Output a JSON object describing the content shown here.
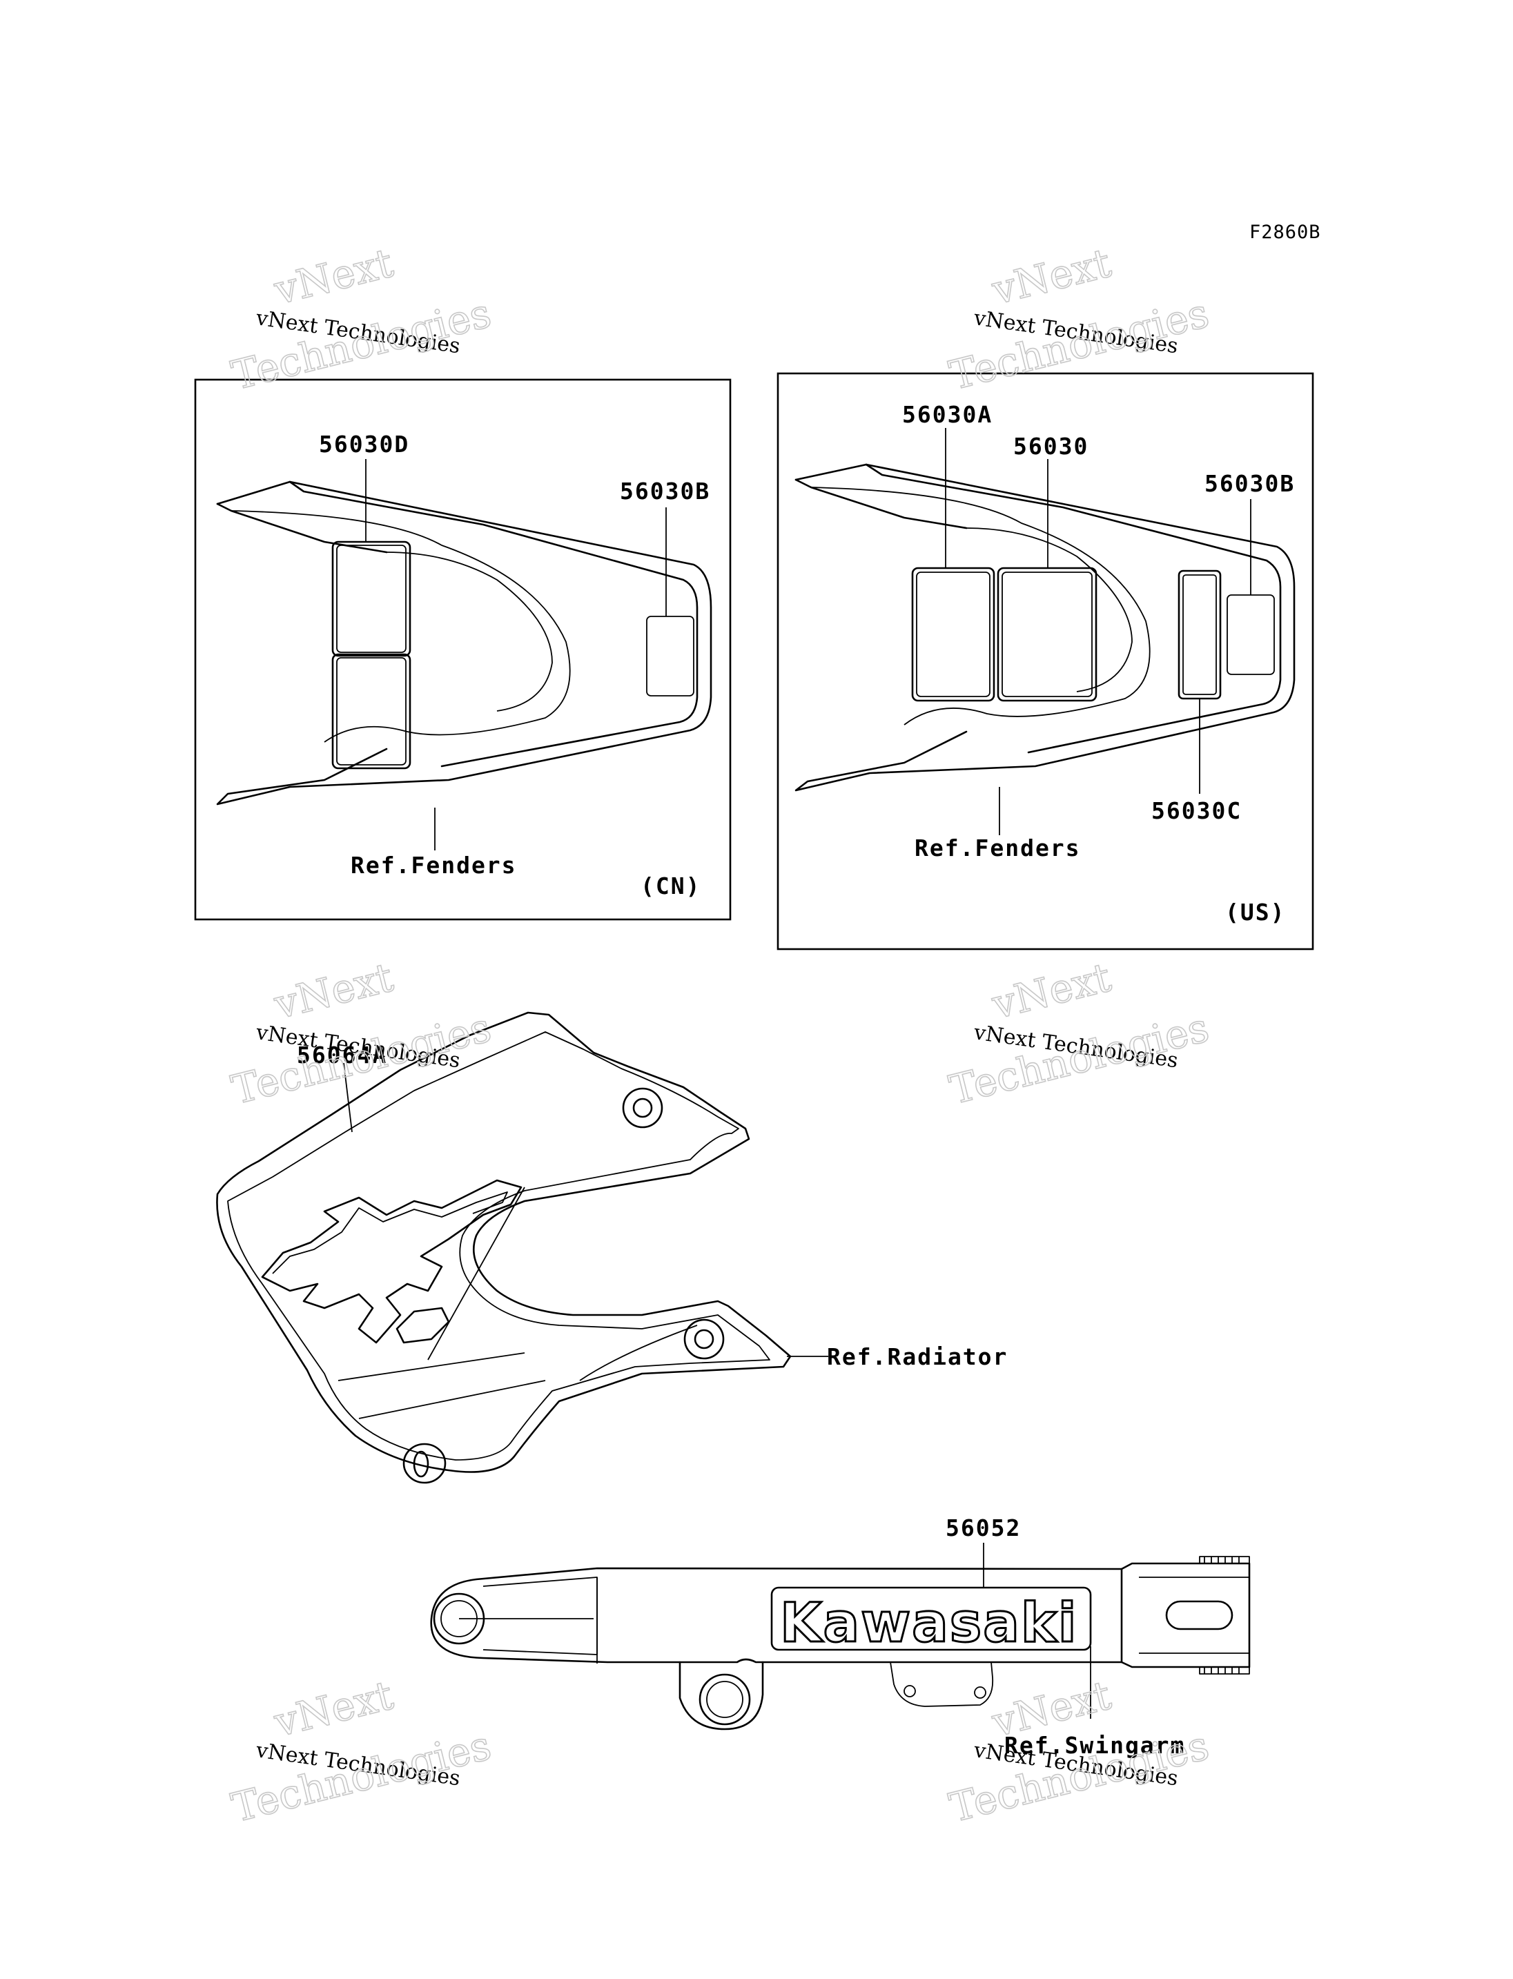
{
  "figure_code": "F2860B",
  "watermark": {
    "line1": "vNext Technologies",
    "line2": "vNext",
    "line3": "Technologies"
  },
  "panels": {
    "cn": {
      "region": "(CN)",
      "parts": [
        "56030D",
        "56030B"
      ],
      "ref": "Ref.Fenders"
    },
    "us": {
      "region": "(US)",
      "parts": [
        "56030A",
        "56030",
        "56030B",
        "56030C"
      ],
      "ref": "Ref.Fenders"
    }
  },
  "radiator": {
    "part": "56064A",
    "ref": "Ref.Radiator"
  },
  "swingarm": {
    "part": "56052",
    "logo_text": "Kawasaki",
    "ref": "Ref.Swingarm"
  }
}
